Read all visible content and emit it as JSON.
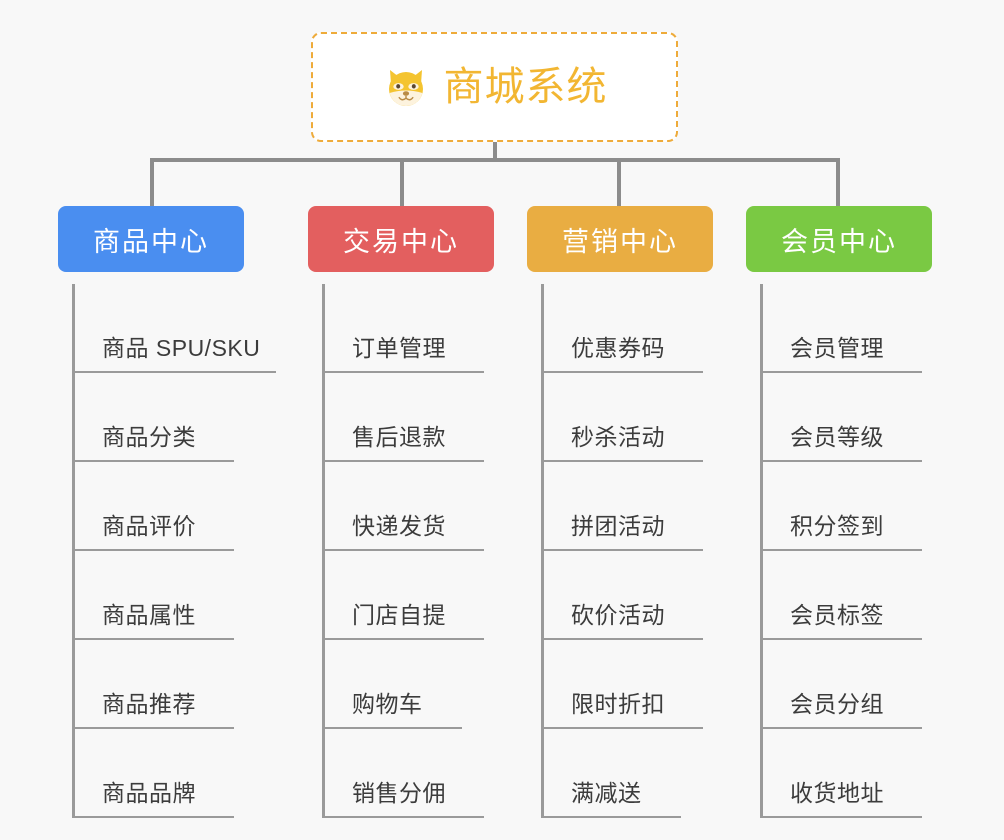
{
  "canvas": {
    "background": "#f8f8f8",
    "line_color": "#8c8c8c"
  },
  "root": {
    "title": "商城系统",
    "icon": "dog-face-emoji",
    "text_color": "#f2b632",
    "border_color": "#eeab3a",
    "background": "#ffffff"
  },
  "columns": [
    {
      "id": "product-center",
      "label": "商品中心",
      "color": "#4a8ef0",
      "items": [
        "商品 SPU/SKU",
        "商品分类",
        "商品评价",
        "商品属性",
        "商品推荐",
        "商品品牌"
      ]
    },
    {
      "id": "trade-center",
      "label": "交易中心",
      "color": "#e35f5f",
      "items": [
        "订单管理",
        "售后退款",
        "快递发货",
        "门店自提",
        "购物车",
        "销售分佣"
      ]
    },
    {
      "id": "marketing-center",
      "label": "营销中心",
      "color": "#e9ad42",
      "items": [
        "优惠券码",
        "秒杀活动",
        "拼团活动",
        "砍价活动",
        "限时折扣",
        "满减送"
      ]
    },
    {
      "id": "member-center",
      "label": "会员中心",
      "color": "#7ac943",
      "items": [
        "会员管理",
        "会员等级",
        "积分签到",
        "会员标签",
        "会员分组",
        "收货地址"
      ]
    }
  ]
}
